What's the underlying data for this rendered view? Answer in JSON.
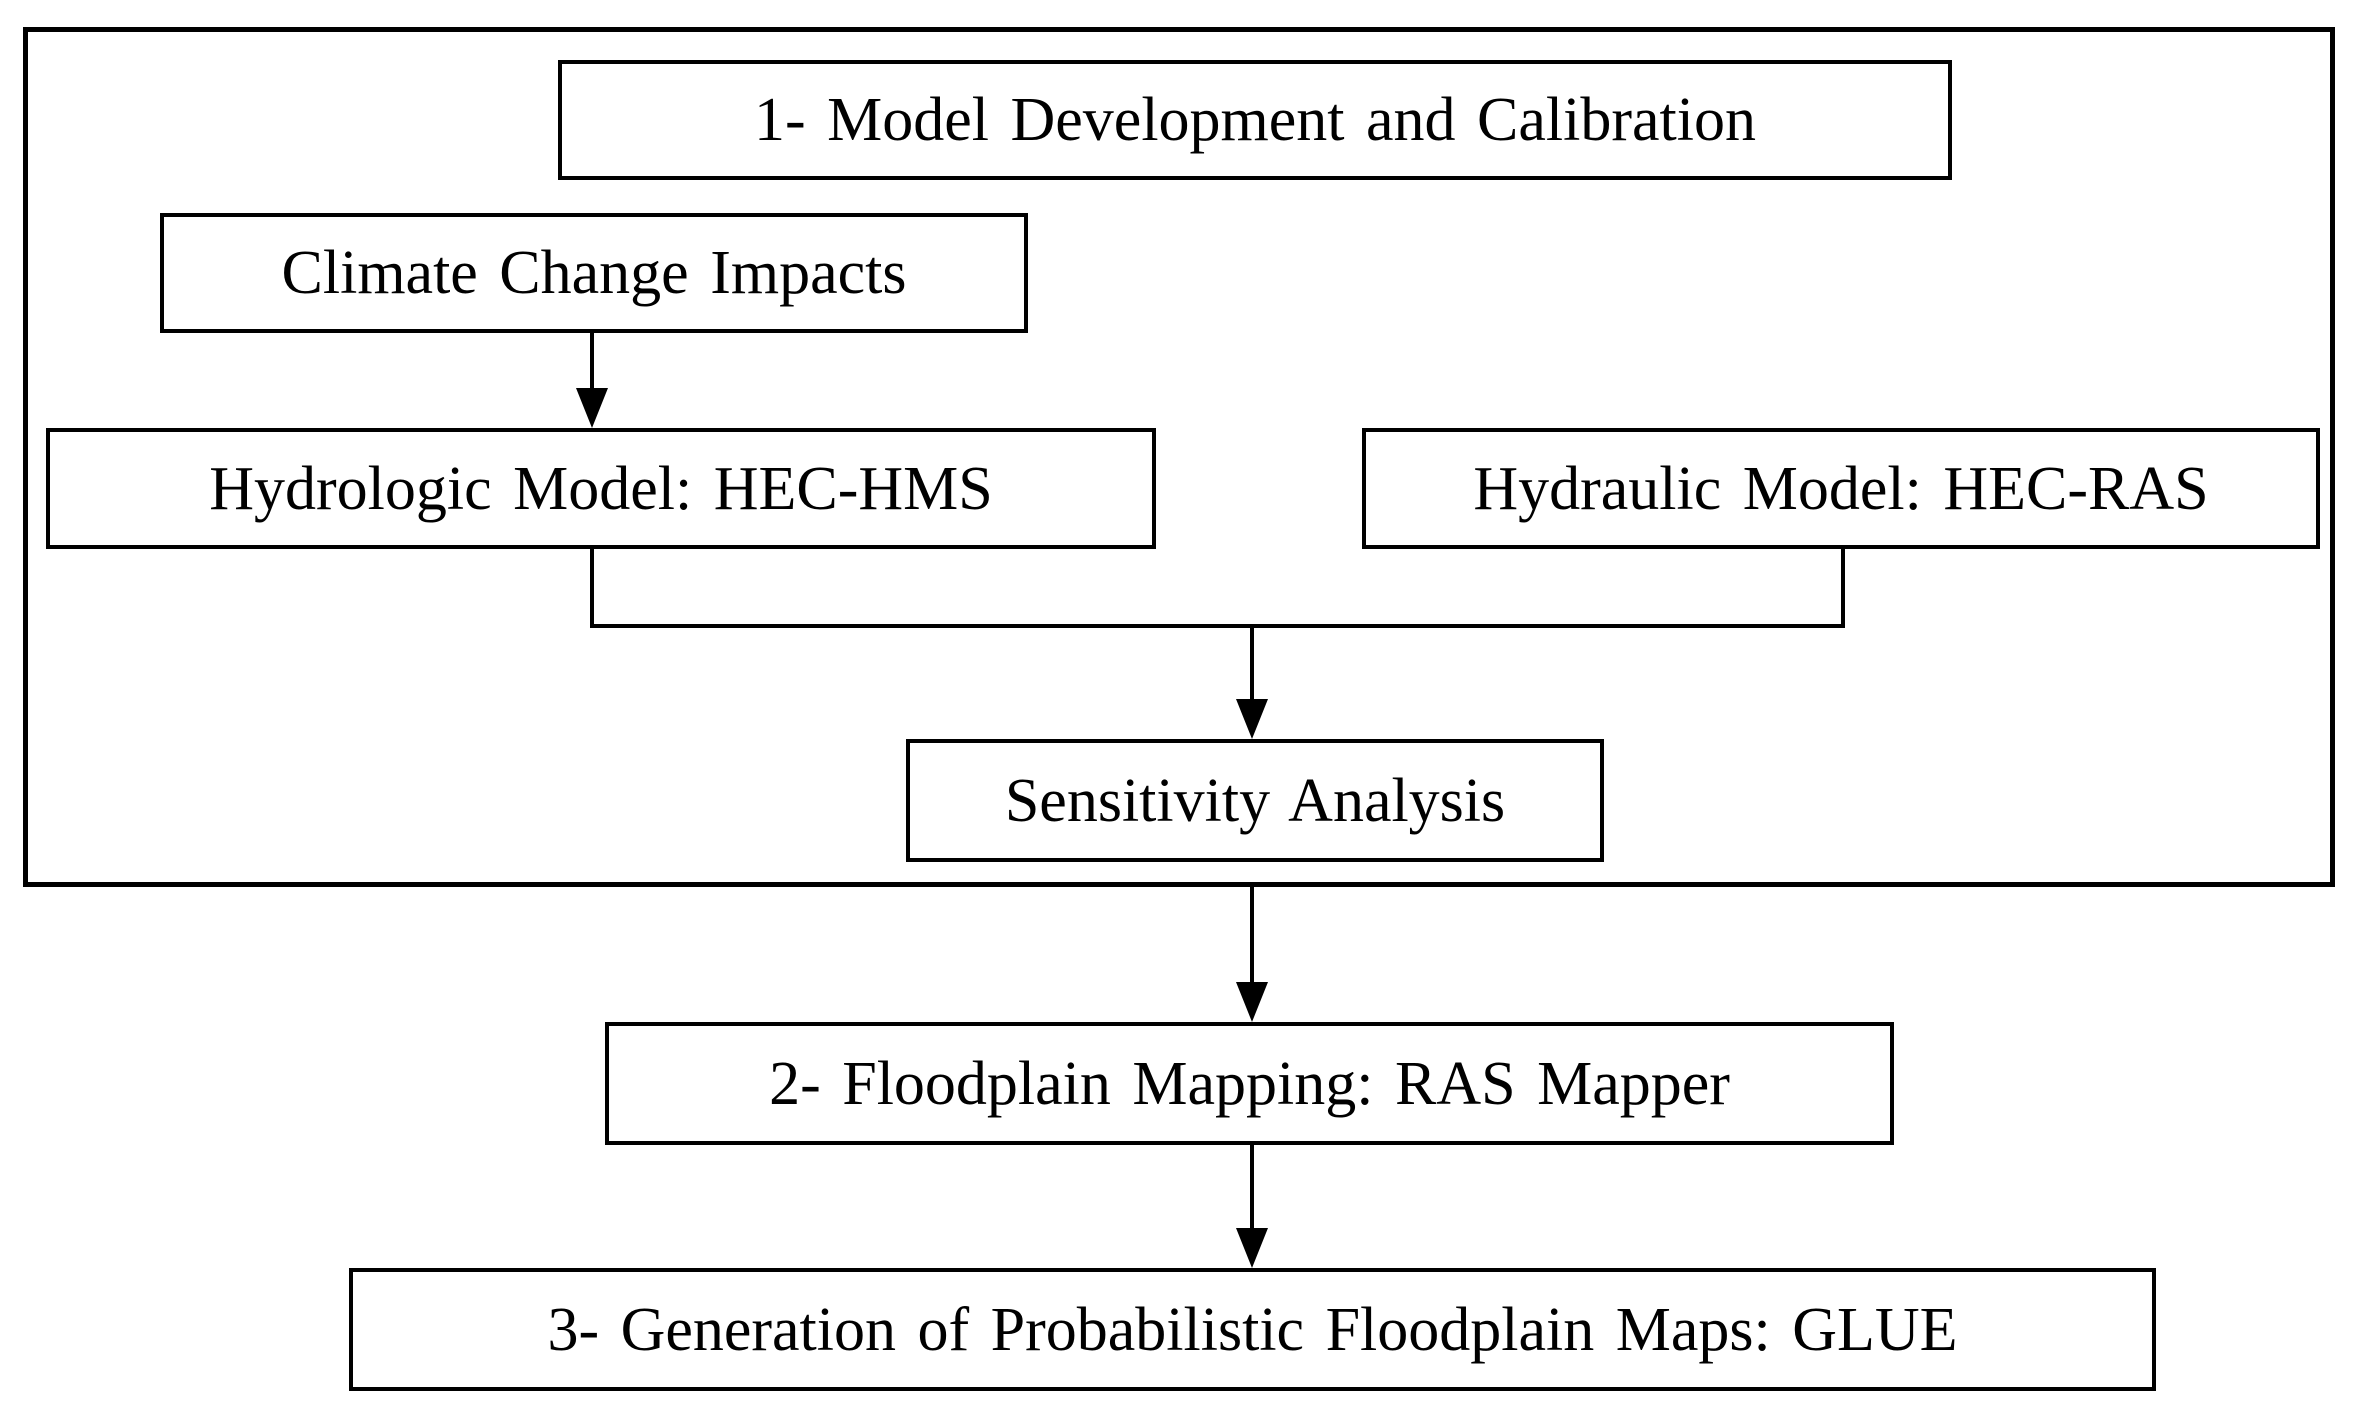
{
  "figure": {
    "type": "flowchart",
    "background_color": "#ffffff",
    "line_color": "#000000",
    "text_color": "#000000",
    "boxes": {
      "section1": "1- Model Development and Calibration",
      "climate": "Climate Change Impacts",
      "hydrologic": "Hydrologic Model: HEC-HMS",
      "hydraulic": "Hydraulic Model: HEC-RAS",
      "sensitivity": "Sensitivity Analysis",
      "floodplain_mapping": "2- Floodplain Mapping: RAS Mapper",
      "probabilistic_maps": "3- Generation of Probabilistic Floodplain Maps: GLUE"
    },
    "connections": [
      {
        "from": "climate",
        "to": "hydrologic",
        "arrow": true
      },
      {
        "from": "hydrologic",
        "to": "sensitivity",
        "arrow": true,
        "via": "merge-junction"
      },
      {
        "from": "hydraulic",
        "to": "sensitivity",
        "arrow": true,
        "via": "merge-junction"
      },
      {
        "from": "section1-container",
        "to": "floodplain_mapping",
        "arrow": true
      },
      {
        "from": "floodplain_mapping",
        "to": "probabilistic_maps",
        "arrow": true
      }
    ]
  }
}
